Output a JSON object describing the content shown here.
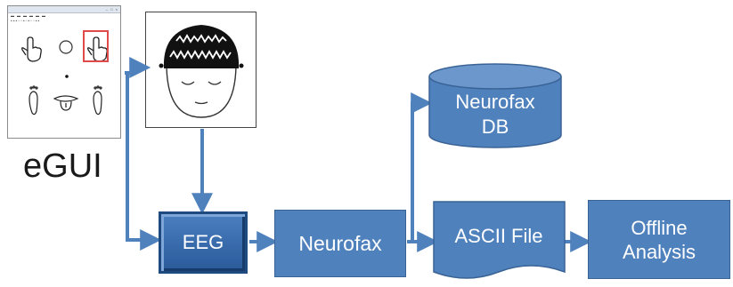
{
  "diagram": {
    "egui_label": "eGUI",
    "nodes": {
      "eeg": "EEG",
      "neurofax": "Neurofax",
      "db": {
        "line1": "Neurofax",
        "line2": "DB"
      },
      "ascii": "ASCII File",
      "offline": {
        "line1": "Offline",
        "line2": "Analysis"
      }
    }
  },
  "colors": {
    "box_fill": "#4f81bd",
    "box_border": "#3a6395",
    "arrow": "#4f81bd",
    "selection": "#e04a4a"
  }
}
